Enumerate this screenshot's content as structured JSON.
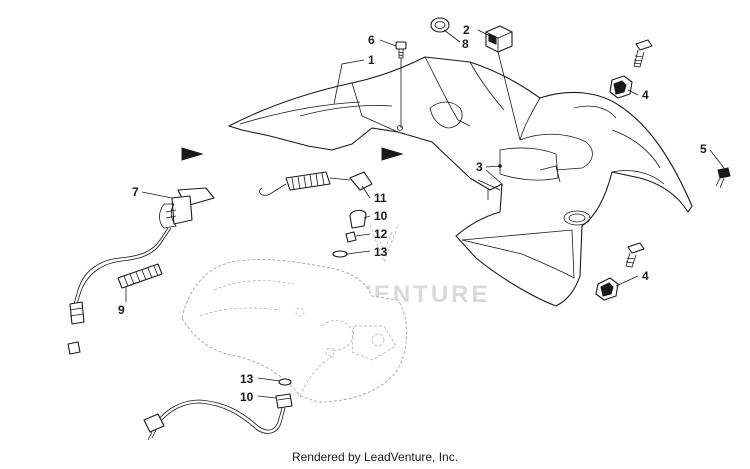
{
  "callouts": {
    "c1": "1",
    "c2": "2",
    "c3": "3",
    "c4a": "4",
    "c4b": "4",
    "c5": "5",
    "c6": "6",
    "c7": "7",
    "c8": "8",
    "c9": "9",
    "c10a": "10",
    "c10b": "10",
    "c11": "11",
    "c12": "12",
    "c13a": "13",
    "c13b": "13"
  },
  "watermark": "LEADVENTURE",
  "footer_text": "Rendered by LeadVenture, Inc."
}
